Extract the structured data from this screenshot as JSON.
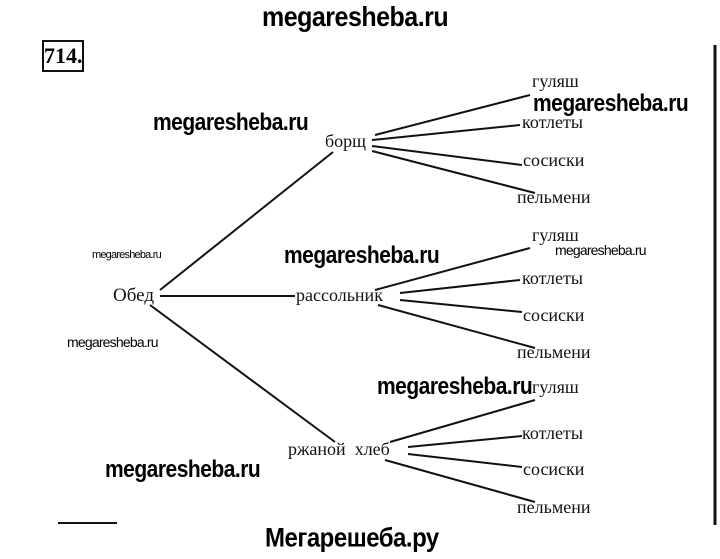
{
  "header_watermark": "megaresheba.ru",
  "footer_watermark": "Мегарешеба.ру",
  "problem_number": "714.",
  "root": "Обед",
  "branches": [
    {
      "label": "борщ",
      "children": [
        "гуляш",
        "котлеты",
        "сосиски",
        "пельмени"
      ]
    },
    {
      "label": "рассольник",
      "children": [
        "гуляш",
        "котлеты",
        "сосиски",
        "пельмени"
      ]
    },
    {
      "label": "ржаной  хлеб",
      "children": [
        "гуляш",
        "котлеты",
        "сосиски",
        "пельмени"
      ]
    }
  ],
  "watermarks": [
    "megaresheba.ru",
    "megaresheba.ru",
    "megaresheba.ru",
    "megaresheba.ru",
    "megaresheba.ru",
    "megaresheba.ru",
    "megaresheba.ru",
    "megaresheba.ru"
  ]
}
